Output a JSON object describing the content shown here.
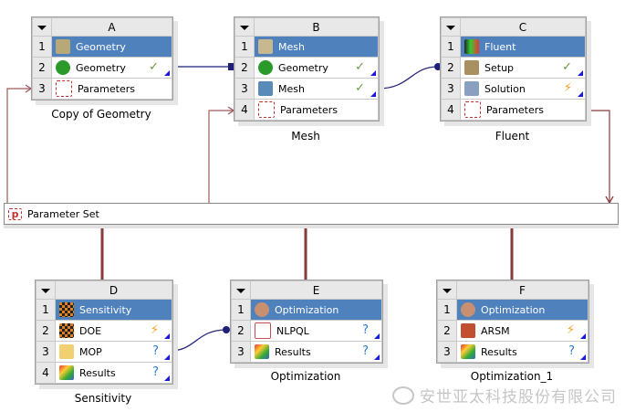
{
  "systems": [
    {
      "id": "A",
      "caption": "Copy of Geometry",
      "rows": [
        {
          "num": "1",
          "label": "Geometry",
          "icon": "geometry-icon",
          "status": "",
          "title": true
        },
        {
          "num": "2",
          "label": "Geometry",
          "icon": "designmodeler-icon",
          "status": "check"
        },
        {
          "num": "3",
          "label": "Parameters",
          "icon": "parameters-icon",
          "status": ""
        }
      ]
    },
    {
      "id": "B",
      "caption": "Mesh",
      "rows": [
        {
          "num": "1",
          "label": "Mesh",
          "icon": "mesh-system-icon",
          "status": "",
          "title": true
        },
        {
          "num": "2",
          "label": "Geometry",
          "icon": "designmodeler-icon",
          "status": "check"
        },
        {
          "num": "3",
          "label": "Mesh",
          "icon": "mesh-icon",
          "status": "check"
        },
        {
          "num": "4",
          "label": "Parameters",
          "icon": "parameters-icon",
          "status": ""
        }
      ]
    },
    {
      "id": "C",
      "caption": "Fluent",
      "rows": [
        {
          "num": "1",
          "label": "Fluent",
          "icon": "fluent-icon",
          "status": "",
          "title": true
        },
        {
          "num": "2",
          "label": "Setup",
          "icon": "setup-icon",
          "status": "check"
        },
        {
          "num": "3",
          "label": "Solution",
          "icon": "solution-icon",
          "status": "lightning"
        },
        {
          "num": "4",
          "label": "Parameters",
          "icon": "parameters-icon",
          "status": ""
        }
      ]
    },
    {
      "id": "D",
      "caption": "Sensitivity",
      "rows": [
        {
          "num": "1",
          "label": "Sensitivity",
          "icon": "sensitivity-icon",
          "status": "",
          "title": true
        },
        {
          "num": "2",
          "label": "DOE",
          "icon": "doe-icon",
          "status": "lightning"
        },
        {
          "num": "3",
          "label": "MOP",
          "icon": "mop-icon",
          "status": "question"
        },
        {
          "num": "4",
          "label": "Results",
          "icon": "results-icon",
          "status": "question"
        }
      ]
    },
    {
      "id": "E",
      "caption": "Optimization",
      "rows": [
        {
          "num": "1",
          "label": "Optimization",
          "icon": "optimization-icon",
          "status": "",
          "title": true
        },
        {
          "num": "2",
          "label": "NLPQL",
          "icon": "nlpql-icon",
          "status": "question"
        },
        {
          "num": "3",
          "label": "Results",
          "icon": "results-icon",
          "status": "question"
        }
      ]
    },
    {
      "id": "F",
      "caption": "Optimization_1",
      "rows": [
        {
          "num": "1",
          "label": "Optimization",
          "icon": "optimization-icon",
          "status": "",
          "title": true
        },
        {
          "num": "2",
          "label": "ARSM",
          "icon": "arsm-icon",
          "status": "lightning"
        },
        {
          "num": "3",
          "label": "Results",
          "icon": "results-icon",
          "status": "question"
        }
      ]
    }
  ],
  "parameter_set": {
    "label": "Parameter Set",
    "icon": "parameters-icon"
  },
  "watermark": "安世亚太科技股份有限公司",
  "colors": {
    "title_bg": "#4f81bd",
    "link_blue": "#1f1f7a",
    "param_link": "#8b3a3a"
  }
}
